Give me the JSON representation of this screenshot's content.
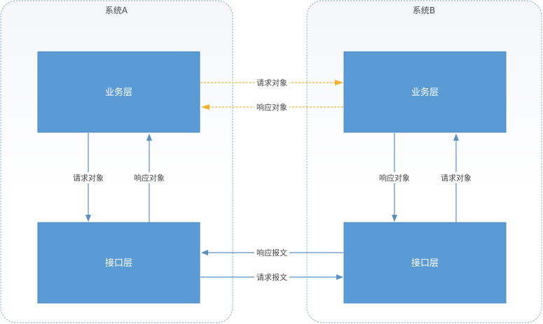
{
  "colors": {
    "box_fill": "#5b9bd5",
    "box_border": "#4a86c0",
    "arrow_blue": "#5a8fc4",
    "arrow_orange": "#f5b22b",
    "container_border": "#7f9fc7"
  },
  "system_a": {
    "title": "系统A",
    "business_layer": "业务层",
    "interface_layer": "接口层",
    "down_arrow_label": "请求对象",
    "up_arrow_label": "响应对象"
  },
  "system_b": {
    "title": "系统B",
    "business_layer": "业务层",
    "interface_layer": "接口层",
    "down_arrow_label": "响应对象",
    "up_arrow_label": "请求对象"
  },
  "cross": {
    "business_request": "请求对象",
    "business_response": "响应对象",
    "interface_response": "响应报文",
    "interface_request": "请求报文"
  }
}
